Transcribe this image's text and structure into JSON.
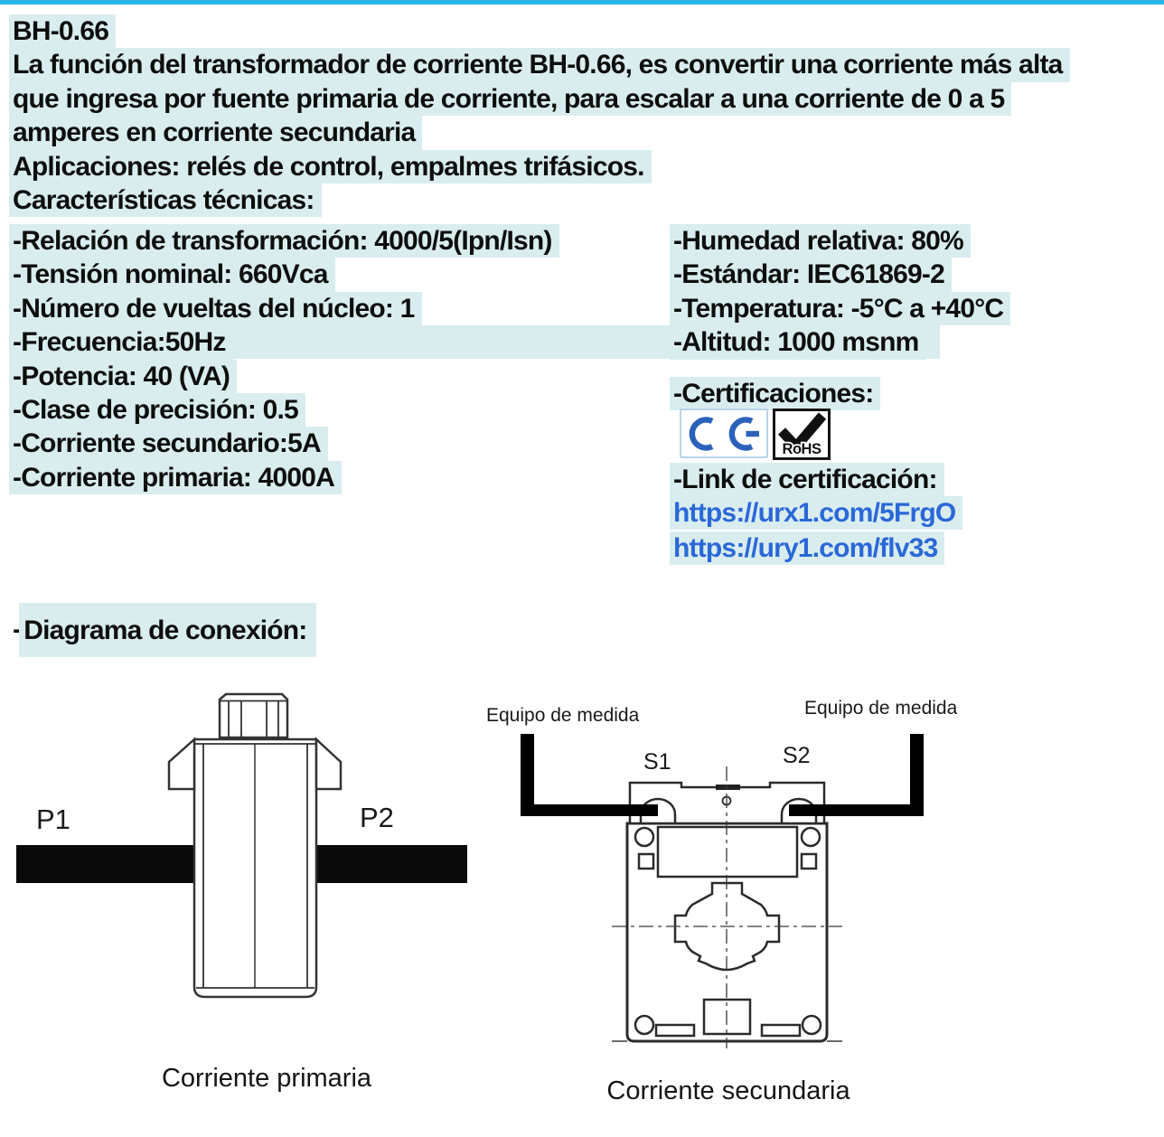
{
  "colors": {
    "accent_bar": "#29b5e8",
    "highlight": "#d9edef",
    "link": "#2a68d8",
    "ce_blue": "#2b62bb",
    "text": "#0e0e0e"
  },
  "header": {
    "title": "BH-0.66"
  },
  "description": {
    "line1": "La función del transformador de corriente BH-0.66, es convertir una corriente más alta",
    "line2": "que ingresa por fuente primaria de corriente, para escalar a una corriente de 0 a 5",
    "line3": "amperes en corriente secundaria"
  },
  "applications": "Aplicaciones: relés de control, empalmes trifásicos.",
  "tech_heading": "Características técnicas:",
  "specs_left": [
    "-Relación de transformación: 4000/5(Ipn/Isn)",
    "-Tensión nominal: 660Vca",
    "-Número de vueltas del núcleo: 1",
    "-Frecuencia:50Hz",
    "-Potencia: 40 (VA)",
    "-Clase de precisión: 0.5",
    "-Corriente secundario:5A",
    "-Corriente primaria: 4000A"
  ],
  "specs_right": [
    "-Humedad relativa: 80%",
    "-Estándar: IEC61869-2",
    "-Temperatura: -5°C a +40°C",
    "-Altitud: 1000 msnm"
  ],
  "certifications": {
    "label": "-Certificaciones:",
    "ce_name": "CE",
    "rohs_label": "RoHS",
    "link_label": "-Link de certificación:",
    "link1": "https://urx1.com/5FrgO",
    "link2": "https://ury1.com/flv33"
  },
  "diagram": {
    "heading_dash": "-",
    "heading": "Diagrama de conexión:",
    "primary": {
      "p1": "P1",
      "p2": "P2",
      "caption": "Corriente primaria"
    },
    "secondary": {
      "equipo_left": "Equipo de medida",
      "equipo_right": "Equipo de medida",
      "s1": "S1",
      "s2": "S2",
      "caption": "Corriente secundaria"
    }
  }
}
